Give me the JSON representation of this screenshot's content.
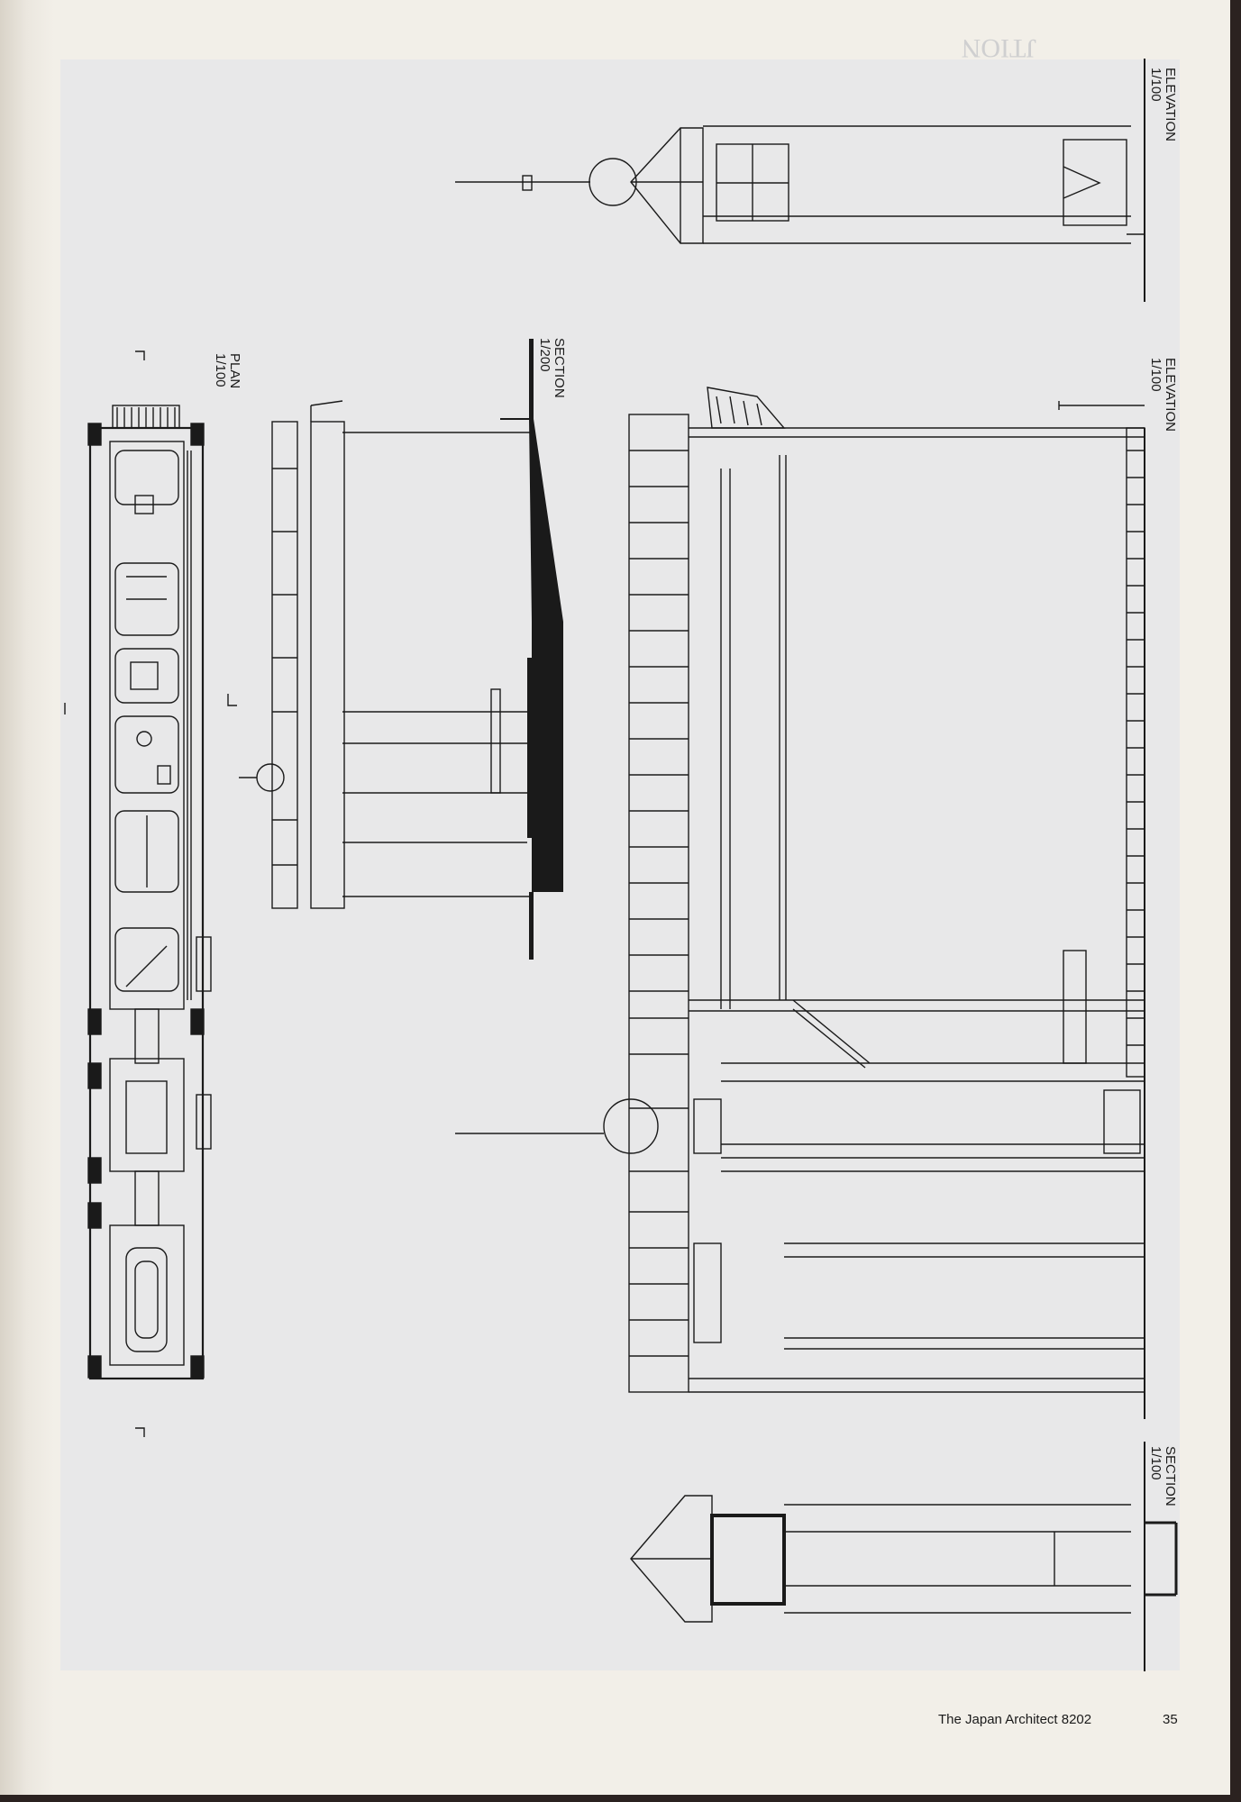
{
  "labels": {
    "plan": {
      "title": "PLAN",
      "scale": "1/100"
    },
    "section_small": {
      "title": "SECTION",
      "scale": "1/200"
    },
    "elevation_top": {
      "title": "ELEVATION",
      "scale": "1/100"
    },
    "elevation_mid": {
      "title": "ELEVATION",
      "scale": "1/100"
    },
    "section_bottom": {
      "title": "SECTION",
      "scale": "1/100"
    }
  },
  "footer": {
    "publication": "The Japan Architect 8202",
    "page_number": "35"
  },
  "colors": {
    "paper": "#f2efe8",
    "plate": "#e8e8e9",
    "ink": "#1a1a1a"
  }
}
